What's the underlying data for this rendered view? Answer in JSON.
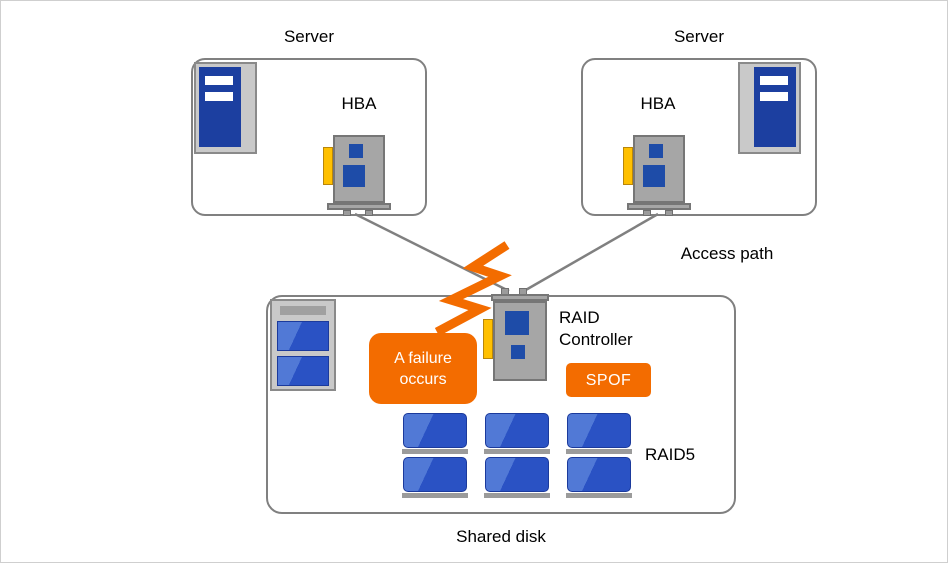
{
  "colors": {
    "orange": "#F36C00",
    "line_gray": "#808080",
    "border_gray": "#808080",
    "frame_gray": "#C9C9C9",
    "card_gray": "#A6A6A6",
    "card_border": "#767676",
    "pin_gray": "#9B9B9B",
    "tower_blue": "#1C3FA0",
    "chip_blue": "#1E4CA8",
    "disk_blue": "#2A52C4",
    "disk_highlight": "#5179D6",
    "connector_yellow": "#FFC000"
  },
  "servers": {
    "left": {
      "label": "Server",
      "hba_label": "HBA"
    },
    "right": {
      "label": "Server",
      "hba_label": "HBA"
    }
  },
  "access_path_label": "Access path",
  "raid_controller_label": "RAID\nController",
  "failure_label": "A failure occurs",
  "spof_label": "SPOF",
  "raid5_label": "RAID5",
  "shared_disk_label": "Shared disk"
}
